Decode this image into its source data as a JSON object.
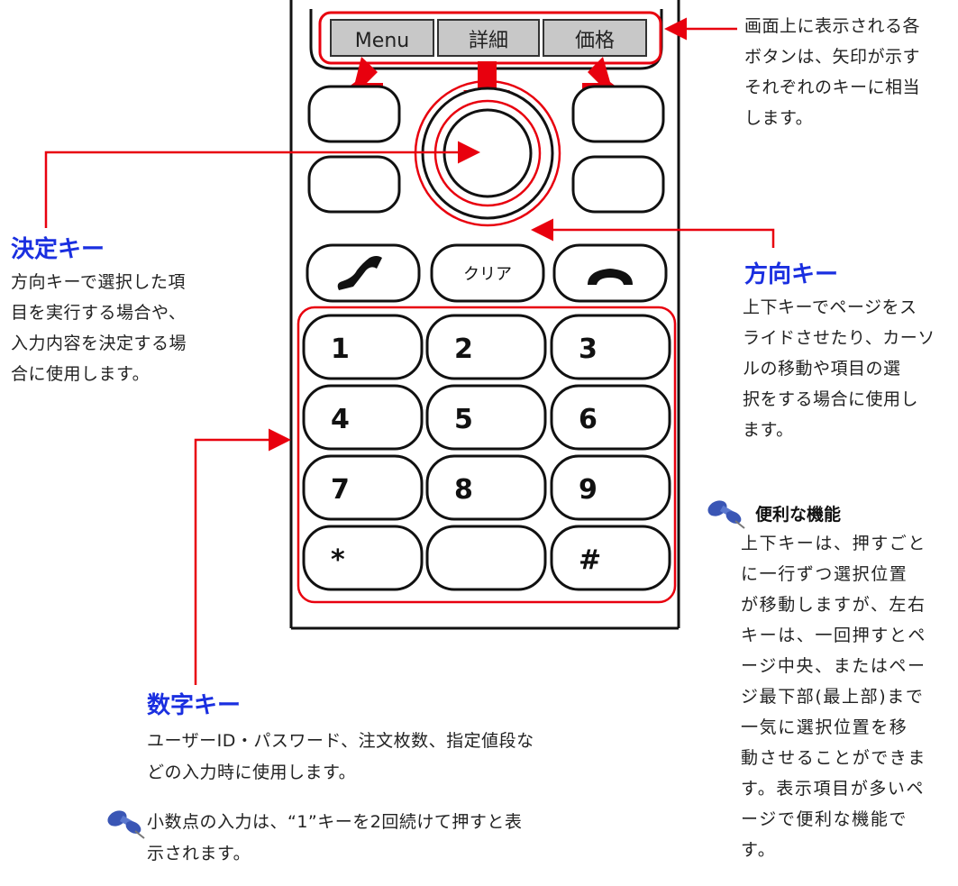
{
  "softkeys": [
    "Menu",
    "詳細",
    "価格"
  ],
  "clear_label": "クリア",
  "numpad": [
    "1",
    "2",
    "3",
    "4",
    "5",
    "6",
    "7",
    "8",
    "9",
    "*",
    "",
    "#"
  ],
  "callouts": {
    "top_right": [
      "画面上に表示される各",
      "ボタンは、矢印が示す",
      "それぞれのキーに相当",
      "します。"
    ],
    "enter": {
      "title": "決定キー",
      "lines": [
        "方向キーで選択した項",
        "目を実行する場合や、",
        "入力内容を決定する場",
        "合に使用します。"
      ]
    },
    "direction": {
      "title": "方向キー",
      "lines": [
        "上下キーでページをス",
        "ライドさせたり、カーソ",
        "ルの移動や項目の選",
        "択をする場合に使用し",
        "ます。"
      ]
    },
    "tip": {
      "title": "便利な機能",
      "lines": [
        "上下キーは、押すごと",
        "に一行ずつ選択位置",
        "が移動しますが、左右",
        "キーは、一回押すとペ",
        "ージ中央、またはペー",
        "ジ最下部(最上部)まで",
        "一気に選択位置を移",
        "動させることができま",
        "す。表示項目が多いペ",
        "ージで便利な機能で",
        "す。"
      ]
    },
    "numeric": {
      "title": "数字キー",
      "lines": [
        "ユーザーID・パスワード、注文枚数、指定値段な",
        "どの入力時に使用します。"
      ]
    },
    "note": [
      "小数点の入力は、“1”キーを2回続けて押すと表",
      "示されます。"
    ]
  },
  "colors": {
    "accent_red": "#e8000e",
    "heading_blue": "#1a2fe0",
    "softkey_fill": "#c8c8c8",
    "pin_blue": "#3a56b5"
  }
}
